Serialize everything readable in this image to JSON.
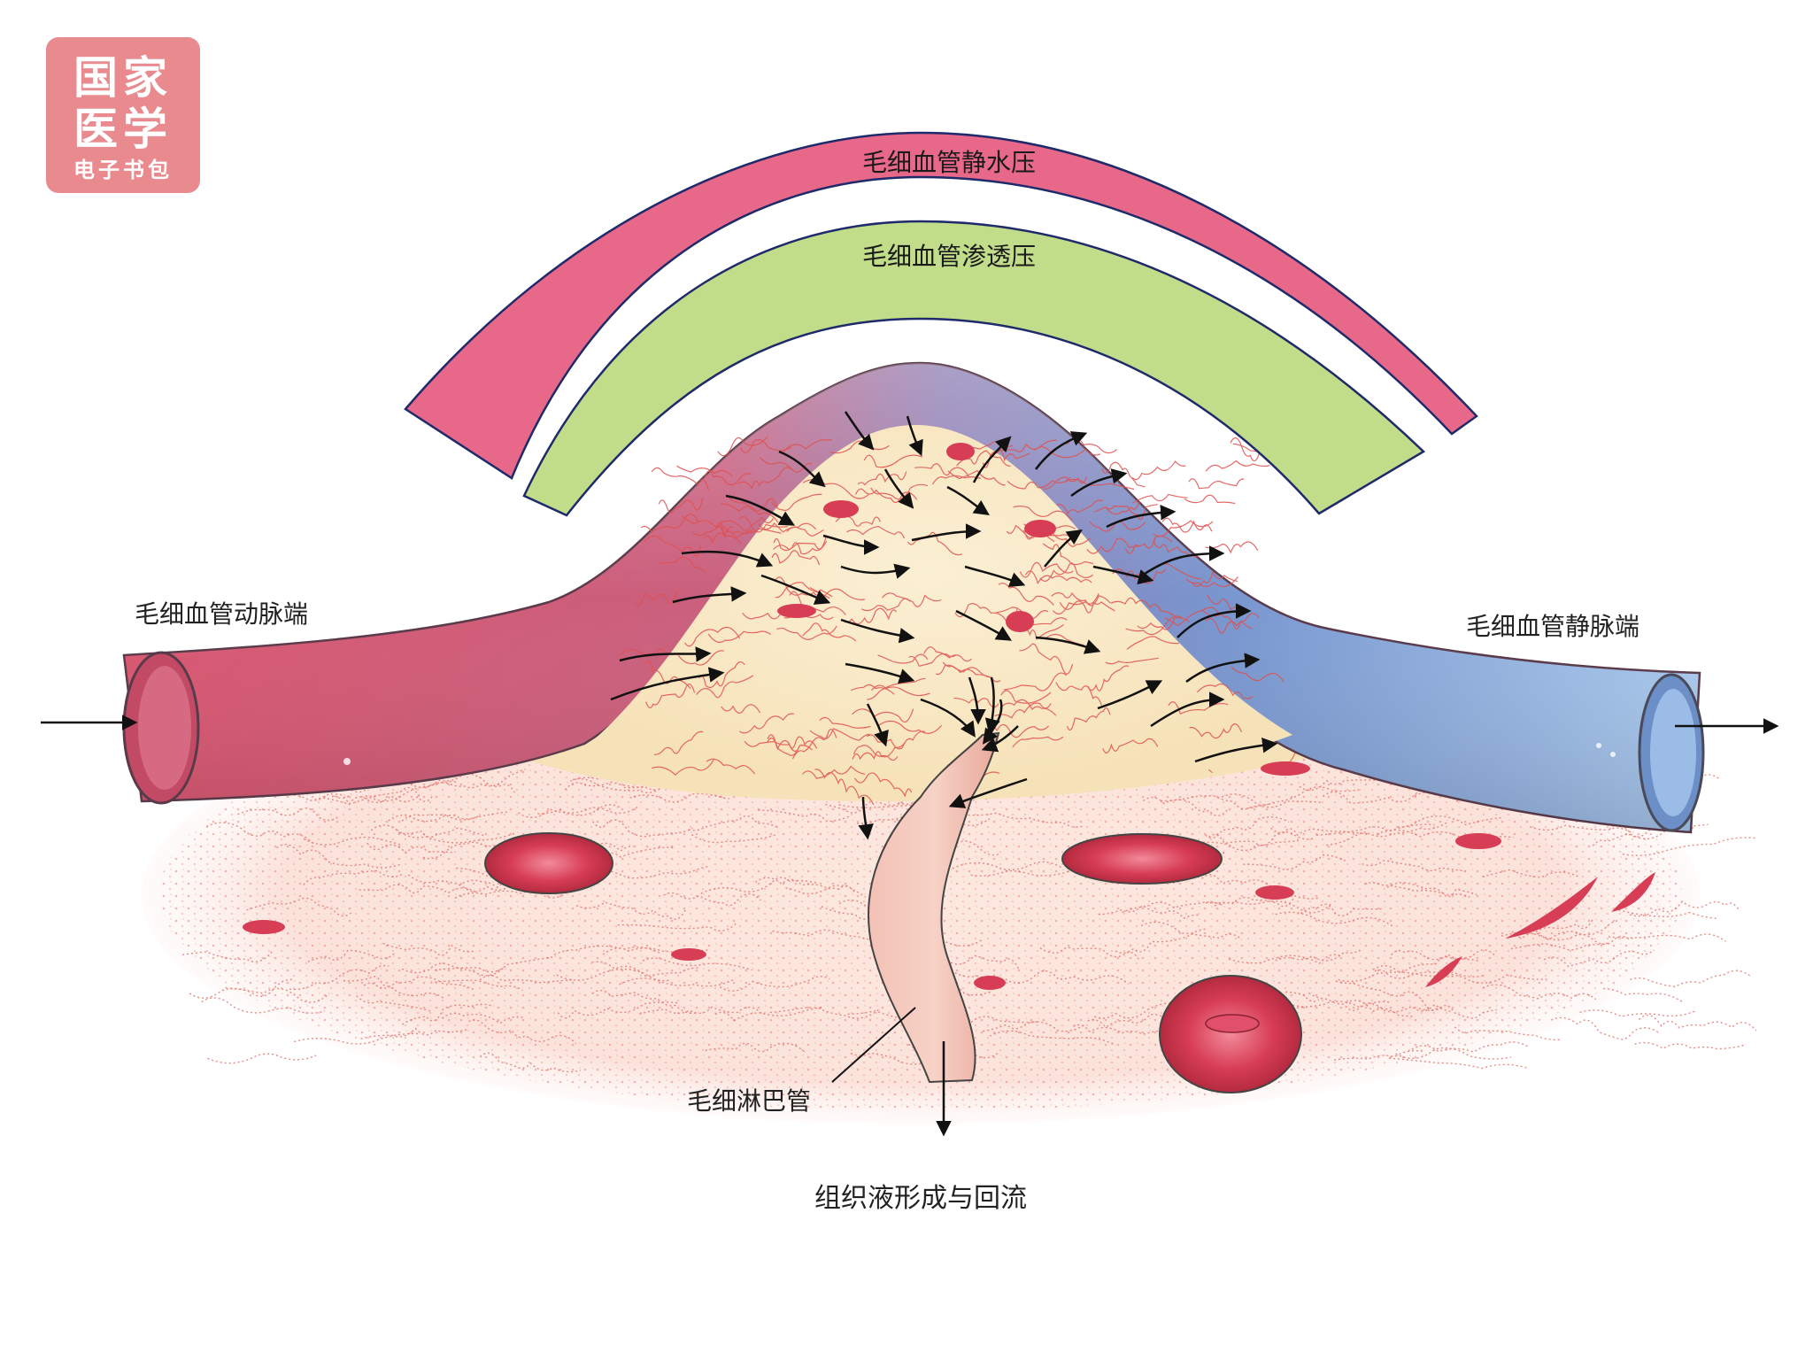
{
  "logo": {
    "line1": "国家",
    "line2": "医学",
    "line3": "电子书包"
  },
  "bands": {
    "hydrostatic": "毛细血管静水压",
    "osmotic": "毛细血管渗透压"
  },
  "labels": {
    "arterial_end": "毛细血管动脉端",
    "venous_end": "毛细血管静脉端",
    "lymph_capillary": "毛细淋巴管"
  },
  "caption": "组织液形成与回流",
  "colors": {
    "hydrostatic_band": "#e8688a",
    "osmotic_band": "#c2dd8a",
    "artery": "#d9566f",
    "vein": "#7fa6d8",
    "tissue_fluid": "#f9e9c8",
    "lymph": "#f2b7ab",
    "logo_bg": "#e98a8f"
  }
}
